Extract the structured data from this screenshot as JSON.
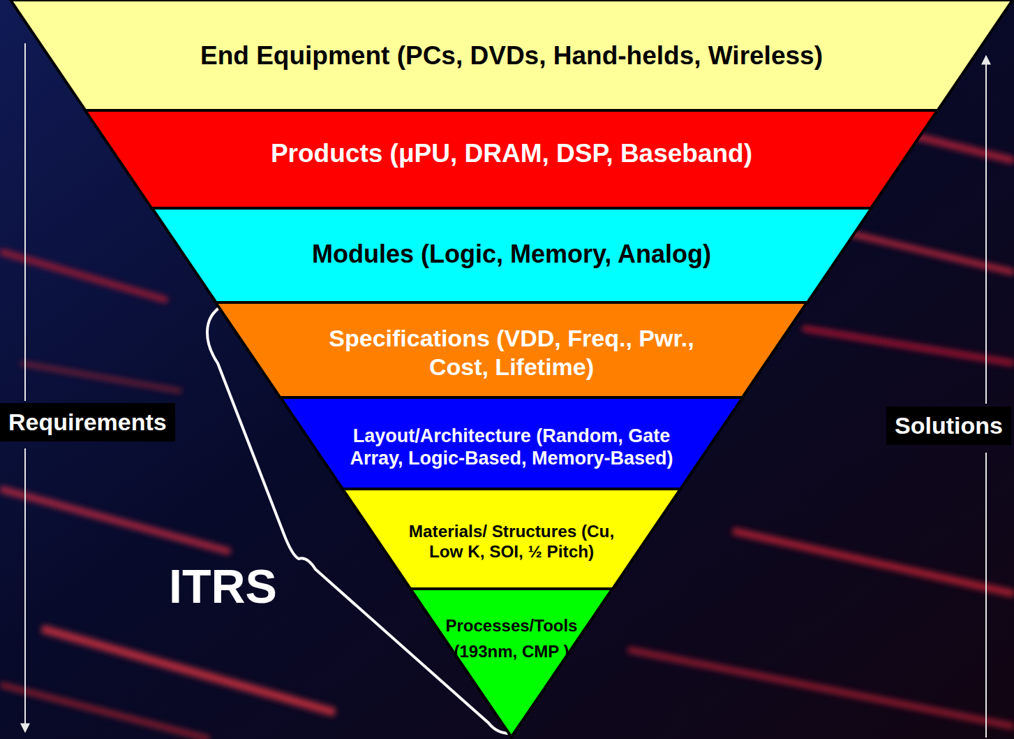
{
  "diagram": {
    "nodes": [
      {
        "text": [
          "End Equipment (PCs, DVDs, Hand-helds, Wireless)"
        ]
      },
      {
        "text": [
          "Products (μPU, DRAM, DSP, Baseband)"
        ]
      },
      {
        "text": [
          "Modules (Logic, Memory, Analog)"
        ]
      },
      {
        "text": [
          "Specifications (VDD, Freq., Pwr., Cost, Lifetime)"
        ]
      },
      {
        "text": [
          "Layout/Architecture (Random, Gate Array, Logic-Based, Memory-Based)"
        ]
      },
      {
        "text": [
          "Materials/ Structures (Cu, Low K, SOI, ½ Pitch)"
        ]
      },
      {
        "text": [
          "Processes/Tools (193nm, CMP )"
        ]
      }
    ],
    "labels": [
      "Requirements",
      "Solutions",
      "ITRS"
    ]
  }
}
